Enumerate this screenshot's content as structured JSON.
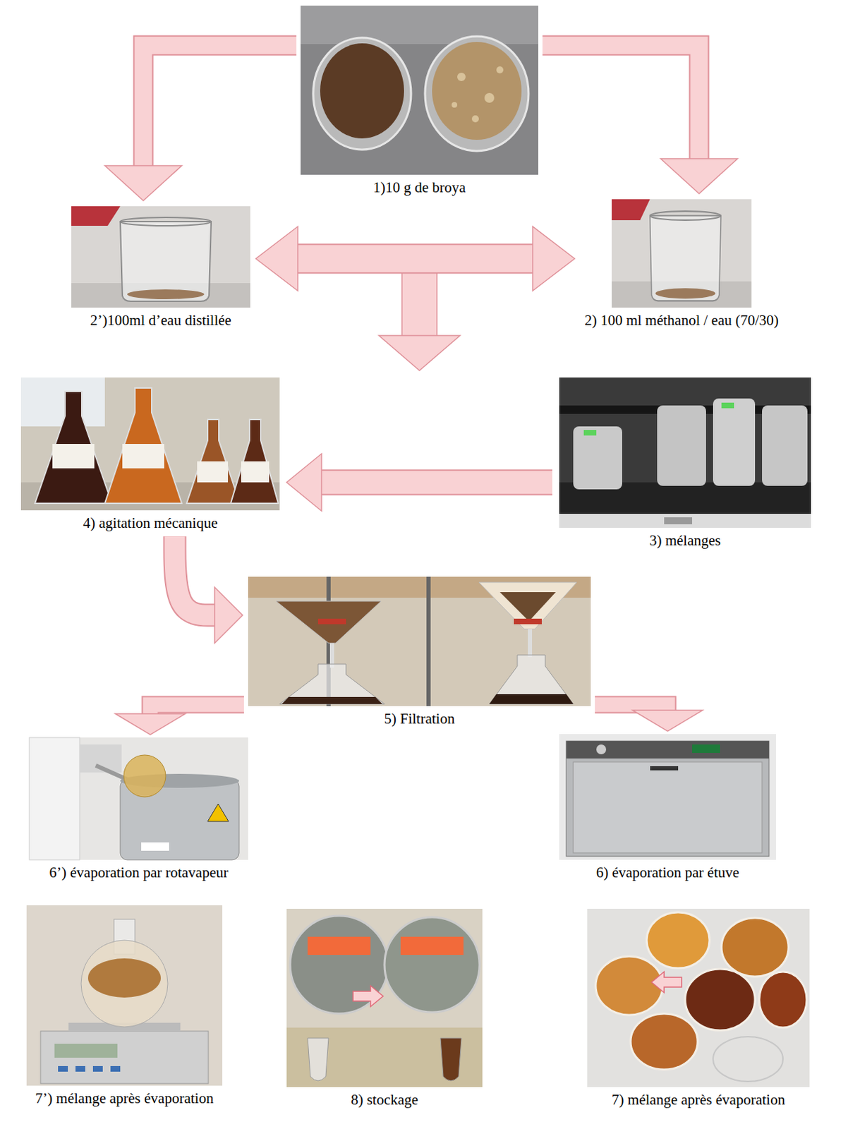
{
  "diagram": {
    "nodes": [
      {
        "text": [
          "1)10 g de broya"
        ]
      },
      {
        "text": [
          "2’)100ml d’eau distillée"
        ]
      },
      {
        "text": [
          "2) 100 ml méthanol / eau (70/30)"
        ]
      },
      {
        "text": [
          "4) agitation mécanique"
        ]
      },
      {
        "text": [
          "3) mélanges"
        ]
      },
      {
        "text": [
          "5) Filtration"
        ]
      },
      {
        "text": [
          "6’) évaporation par rotavapeur"
        ]
      },
      {
        "text": [
          "6) évaporation par étuve"
        ]
      },
      {
        "text": [
          "7’) mélange après évaporation"
        ]
      },
      {
        "text": [
          "8) stockage"
        ]
      },
      {
        "text": [
          "7) mélange après évaporation"
        ]
      }
    ],
    "edges": [
      {
        "from": 0,
        "to": 1,
        "arrow": "to"
      },
      {
        "from": 0,
        "to": 2,
        "arrow": "to"
      },
      {
        "from": 1,
        "to": 2,
        "arrow": "both"
      },
      {
        "from": 4,
        "to": 3,
        "arrow": "to"
      },
      {
        "from": 3,
        "to": 5,
        "arrow": "to"
      },
      {
        "from": 5,
        "to": 6,
        "arrow": "to"
      },
      {
        "from": 5,
        "to": 7,
        "arrow": "to"
      }
    ]
  }
}
